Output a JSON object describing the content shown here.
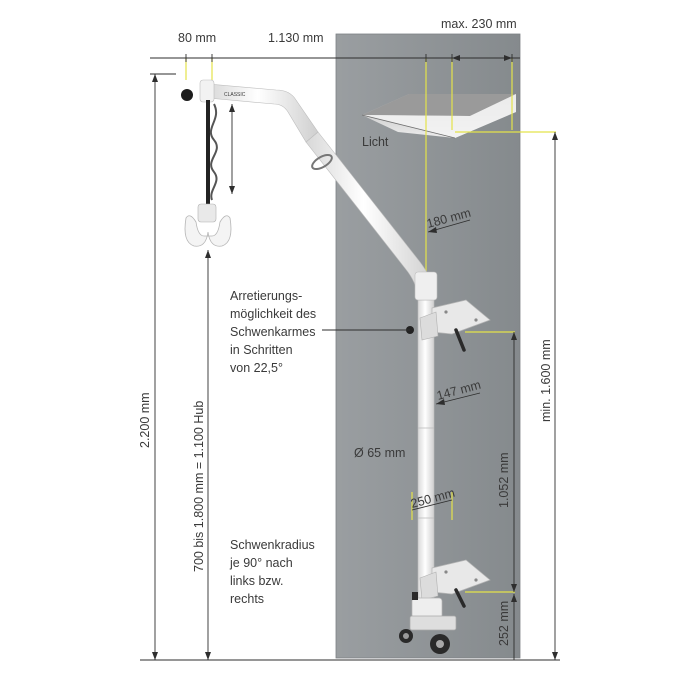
{
  "dimensions": {
    "d_80": "80 mm",
    "d_1130": "1.130 mm",
    "d_max230": "max. 230 mm",
    "d_180": "180 mm",
    "d_147": "147 mm",
    "d_250": "250 mm",
    "d_65": "Ø 65 mm",
    "d_1052": "1.052 mm",
    "d_252": "252 mm",
    "d_1600": "min. 1.600 mm",
    "d_2200": "2.200 mm",
    "d_hub": "700 bis 1.800 mm = 1.100 Hub"
  },
  "labels": {
    "licht": "Licht",
    "brand": "CLASSIC"
  },
  "notes": {
    "arretierung": [
      "Arretierungs-",
      "möglichkeit des",
      "Schwenkarmes",
      "in Schritten",
      "von 22,5°"
    ],
    "schwenk": [
      "Schwenkradius",
      "je 90° nach",
      "links bzw.",
      "rechts"
    ]
  },
  "colors": {
    "wall": "#8f9396",
    "wall_edge": "#7d8184",
    "pole": "#f4f4f4",
    "pole_shadow": "#cfcfcf",
    "dim_line": "#2e2e2e",
    "guide_yellow": "#e4e34a",
    "text": "#3a3a3a"
  }
}
